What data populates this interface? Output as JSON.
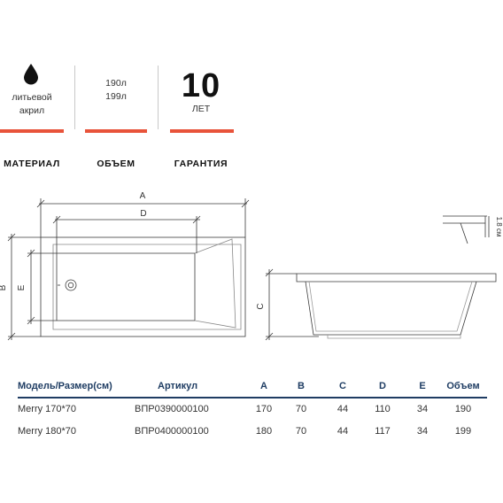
{
  "features": [
    {
      "icon": "drop-icon",
      "lines": [
        "литьевой",
        "акрил"
      ],
      "label": "МАТЕРИАЛ"
    },
    {
      "lines": [
        "190л",
        "199л"
      ],
      "label": "ОБЪЕМ"
    },
    {
      "big": "10",
      "sub": "ЛЕТ",
      "label": "ГАРАНТИЯ"
    }
  ],
  "diagram": {
    "dims": {
      "A": "A",
      "D": "D",
      "B": "B",
      "E": "E",
      "C": "C"
    },
    "edge_label": "1.8 см"
  },
  "table": {
    "headers": [
      "Модель/Размер(см)",
      "Артикул",
      "A",
      "B",
      "C",
      "D",
      "E",
      "Объем"
    ],
    "rows": [
      [
        "Merry 170*70",
        "ВПР0390000100",
        "170",
        "70",
        "44",
        "110",
        "34",
        "190"
      ],
      [
        "Merry 180*70",
        "ВПР0400000100",
        "180",
        "70",
        "44",
        "117",
        "34",
        "199"
      ]
    ]
  },
  "colors": {
    "accent": "#e8533a",
    "header_text": "#1f3d63",
    "rule": "#1f3d63"
  }
}
